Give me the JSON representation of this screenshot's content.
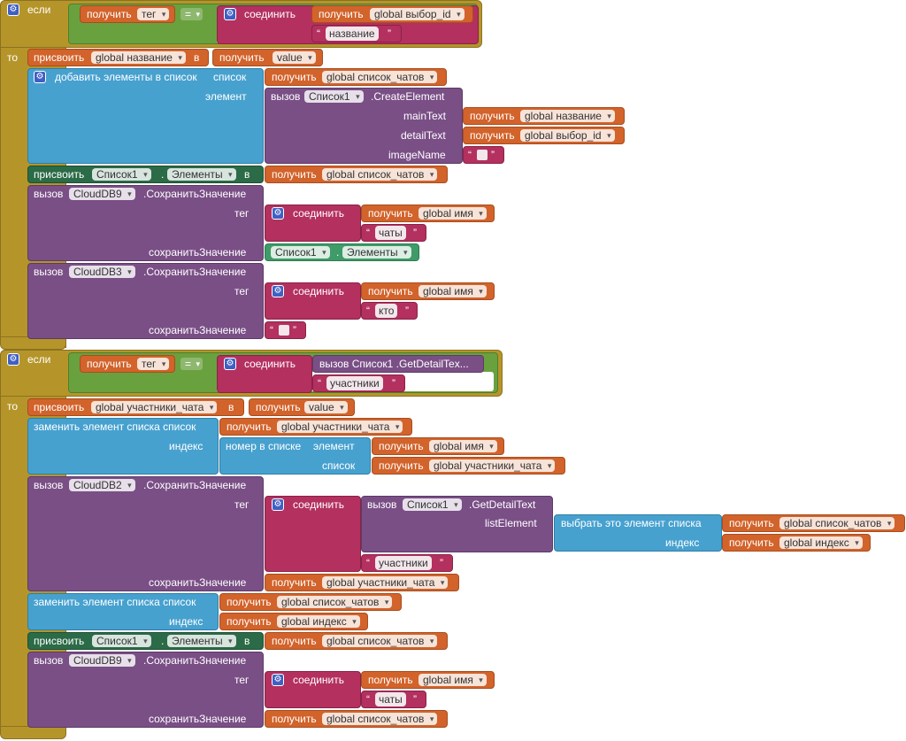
{
  "colors": {
    "control": "#b5952a",
    "logic": "#6aa13f",
    "variable": "#d2632b",
    "text": "#b3305f",
    "list": "#47a1cf",
    "component": "#7a4f86",
    "component_setter": "#2b6b47",
    "component_getter": "#3f9b68"
  },
  "icons": {
    "mutator": "gear-icon",
    "dropdown": "chevron-down-icon"
  },
  "kw": {
    "if": "если",
    "then": "то",
    "get": "получить",
    "set": "присвоить",
    "to": "в",
    "join": "соединить",
    "call": "вызов",
    "add_items": "добавить элементы в список",
    "list": "список",
    "item": "элемент",
    "replace_item": "заменить элемент списка список",
    "index": "индекс",
    "index_in_list": "номер в списке",
    "select_item": "выбрать это элемент списка",
    "dot": ".",
    "eq": "=",
    "quote_open": "“",
    "quote_close": "”",
    "tag": "тег",
    "value_to_store": "сохранитьЗначение",
    "mainText": "mainText",
    "detailText": "detailText",
    "imageName": "imageName",
    "listElement": "listElement"
  },
  "vars": {
    "tag": "тег",
    "value": "value",
    "select_id": "global выбор_id",
    "name": "global название",
    "chats": "global список_чатов",
    "user": "global имя",
    "participants": "global участники_чата",
    "index": "global индекс"
  },
  "components": {
    "list1": "Список1",
    "items": "Элементы",
    "db9": "CloudDB9",
    "db3": "CloudDB3",
    "db2": "CloudDB2"
  },
  "methods": {
    "create": ".CreateElement",
    "store": ".СохранитьЗначение",
    "detail": ".GetDetailText",
    "detail_trunc": "вызов Список1 .GetDetailTex..."
  },
  "strings": {
    "name": "название",
    "chats": "чаты",
    "who": "кто",
    "participants": "участники"
  }
}
